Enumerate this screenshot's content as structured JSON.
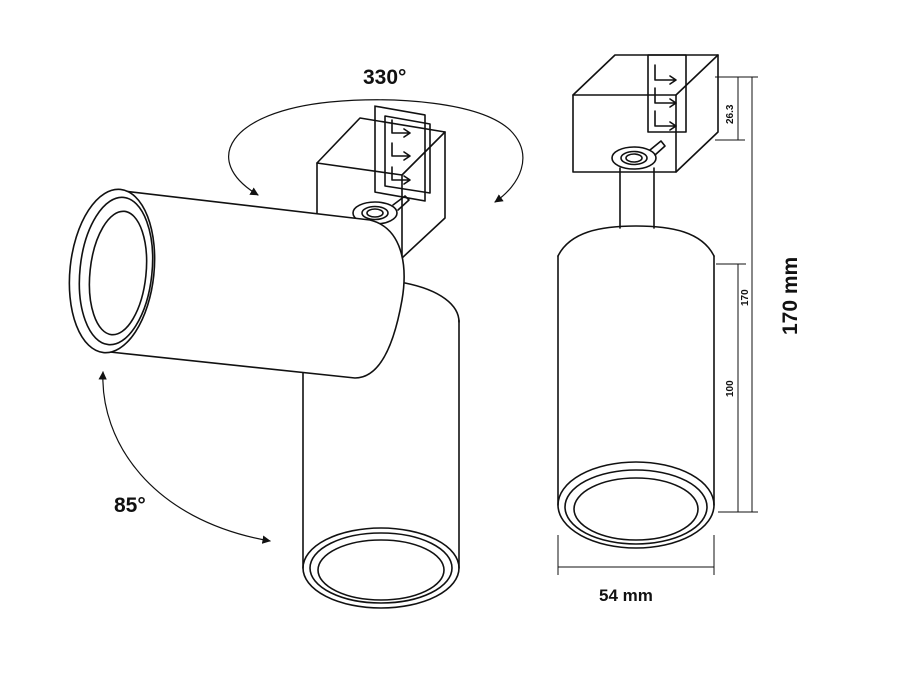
{
  "diagram": {
    "rotation_label": "330°",
    "tilt_label": "85°",
    "dimensions": {
      "connector_height": "26.3",
      "body_height": "100",
      "total_height_small": "170",
      "total_height": "170 mm",
      "diameter": "54 mm"
    },
    "colors": {
      "line": "#111111",
      "background": "#ffffff"
    }
  }
}
